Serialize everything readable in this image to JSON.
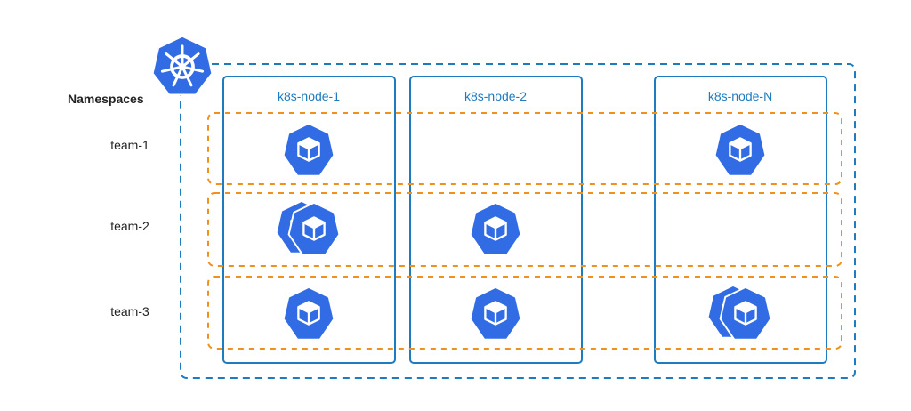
{
  "namespaces_label": "Namespaces",
  "nodes": [
    {
      "label": "k8s-node-1"
    },
    {
      "label": "k8s-node-2"
    },
    {
      "label": "k8s-node-N"
    }
  ],
  "namespaces": [
    {
      "label": "team-1",
      "pods": [
        1,
        0,
        1
      ]
    },
    {
      "label": "team-2",
      "pods": [
        2,
        1,
        0
      ]
    },
    {
      "label": "team-3",
      "pods": [
        1,
        1,
        2
      ]
    }
  ],
  "colors": {
    "cluster_border": "#1f7bbf",
    "node_border": "#1f7bbf",
    "node_label": "#1f7bbf",
    "namespace_border": "#f0901e",
    "pod_fill": "#326ce5",
    "text": "#222222"
  },
  "icons": {
    "cluster": "kubernetes-helm-wheel-icon",
    "pod": "kubernetes-pod-cube-icon"
  }
}
